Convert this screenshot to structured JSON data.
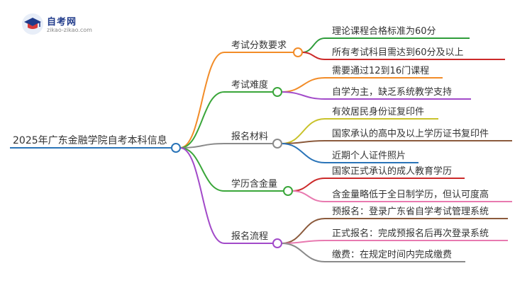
{
  "brand": {
    "name": "自考网",
    "url": "zikao-zikao.com"
  },
  "root": "2025年广东金融学院自考本科信息",
  "branches": [
    {
      "label": "考试分数要求",
      "color": "#f28c28",
      "leaves": [
        {
          "text": "理论课程合格标准为60分",
          "color": "#2e9c3a"
        },
        {
          "text": "所有考试科目需达到60分及以上",
          "color": "#cc2a2a"
        }
      ]
    },
    {
      "label": "考试难度",
      "color": "#3aa63a",
      "leaves": [
        {
          "text": "需要通过12到16门课程",
          "color": "#f28c28"
        },
        {
          "text": "自学为主，缺乏系统教学支持",
          "color": "#a24ac9"
        }
      ]
    },
    {
      "label": "报名材料",
      "color": "#8a8a8a",
      "leaves": [
        {
          "text": "有效居民身份证复印件",
          "color": "#c9c22a"
        },
        {
          "text": "国家承认的高中及以上学历证书复印件",
          "color": "#8b5a3c"
        },
        {
          "text": "近期个人证件照片",
          "color": "#2a74b8"
        }
      ]
    },
    {
      "label": "学历含金量",
      "color": "#3aa63a",
      "leaves": [
        {
          "text": "国家正式承认的成人教育学历",
          "color": "#cc2a2a"
        },
        {
          "text": "含金量略低于全日制学历，但认可度高",
          "color": "#e87ab0"
        }
      ]
    },
    {
      "label": "报名流程",
      "color": "#a24ac9",
      "leaves": [
        {
          "text": "预报名：登录广东省自学考试管理系统",
          "color": "#8b5a3c"
        },
        {
          "text": "正式报名：完成预报名后再次登录系统",
          "color": "#e87ab0"
        },
        {
          "text": "缴费：在规定时间内完成缴费",
          "color": "#8a8a8a"
        }
      ]
    }
  ]
}
